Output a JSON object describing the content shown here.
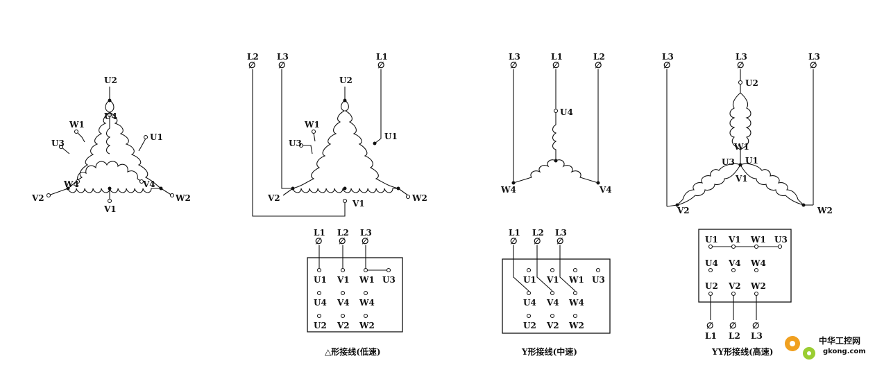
{
  "diagram_a": {
    "labels": {
      "u2": "U2",
      "u4": "U4",
      "w1": "W1",
      "u1": "U1",
      "u3": "U3",
      "w4": "W4",
      "v4": "V4",
      "v2": "V2",
      "w2": "W2",
      "v1": "V1"
    }
  },
  "diagram_b": {
    "lines": {
      "l2": "L2",
      "l3": "L3",
      "l1": "L1"
    },
    "terminal_symbol": "∅",
    "labels": {
      "u2": "U2",
      "w1": "W1",
      "u1": "U1",
      "u3": "U3",
      "v2": "V2",
      "w2": "W2",
      "v1": "V1"
    },
    "board": {
      "lines": [
        "L1",
        "L2",
        "L3"
      ],
      "rows": [
        [
          "U1",
          "V1",
          "W1",
          "U3"
        ],
        [
          "U4",
          "V4",
          "W4"
        ],
        [
          "U2",
          "V2",
          "W2"
        ]
      ]
    },
    "caption": "△形接线(低速)"
  },
  "diagram_c": {
    "lines": {
      "l3": "L3",
      "l1": "L1",
      "l2": "L2"
    },
    "labels": {
      "u4": "U4",
      "w4": "W4",
      "v4": "V4"
    },
    "board": {
      "lines": [
        "L1",
        "L2",
        "L3"
      ],
      "rows": [
        [
          "U1",
          "V1",
          "W1",
          "U3"
        ],
        [
          "U4",
          "V4",
          "W4"
        ],
        [
          "U2",
          "V2",
          "W2"
        ]
      ]
    },
    "caption": "Y形接线(中速)"
  },
  "diagram_d": {
    "lines": {
      "left": "L3",
      "center": "L3",
      "right": "L3"
    },
    "labels": {
      "u2": "U2",
      "w1": "W1",
      "u1": "U1",
      "u3": "U3",
      "v1": "V1",
      "v2": "V2",
      "w2": "W2"
    },
    "board": {
      "rows": [
        [
          "U1",
          "V1",
          "W1",
          "U3"
        ],
        [
          "U4",
          "V4",
          "W4"
        ],
        [
          "U2",
          "V2",
          "W2"
        ]
      ],
      "lines": [
        "L1",
        "L2",
        "L3"
      ]
    },
    "caption": "YY形接线(高速)"
  },
  "watermark": {
    "brand": "中华工控网",
    "domain": "gkong.com",
    "colors": {
      "gear_primary": "#f0a020",
      "gear_secondary": "#9acd32",
      "brand_text": "#e8641e"
    }
  }
}
